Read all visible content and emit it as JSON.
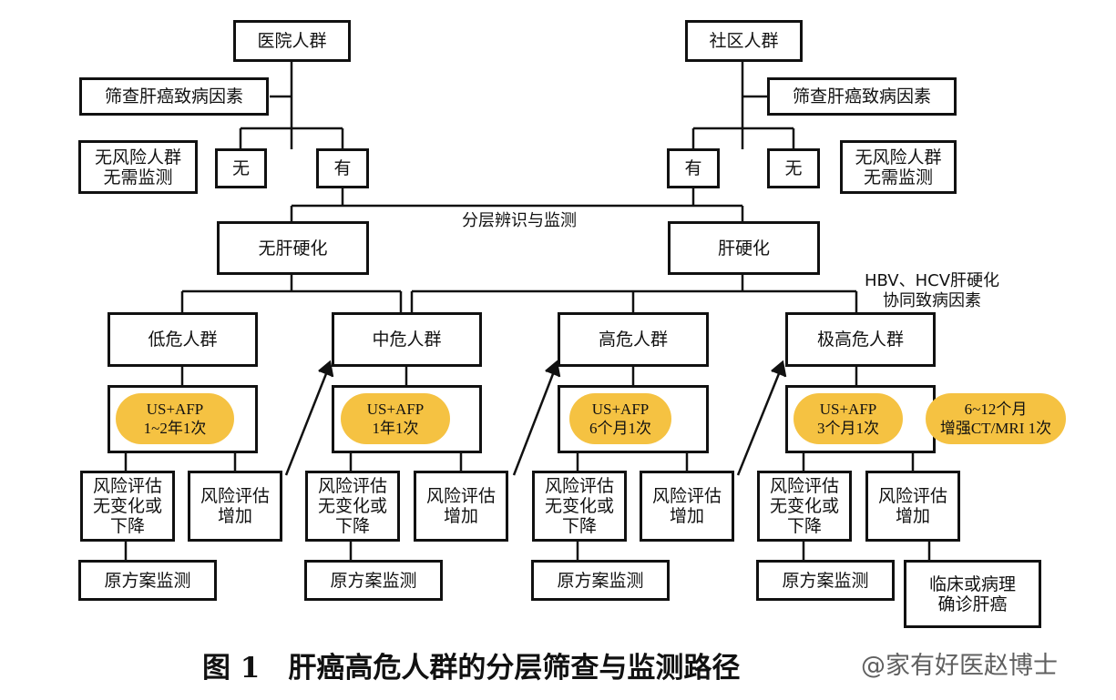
{
  "diagram": {
    "hospital": "医院人群",
    "community": "社区人群",
    "screen_factors": "筛查肝癌致病因素",
    "no_risk": "无风险人群\n无需监测",
    "no": "无",
    "yes": "有",
    "stratify": "分层辨识与监测",
    "no_cirrhosis": "无肝硬化",
    "cirrhosis": "肝硬化",
    "cofactors": "HBV、HCV肝硬化\n协同致病因素",
    "groups": {
      "low": "低危人群",
      "mid": "中危人群",
      "high": "高危人群",
      "very_high": "极高危人群"
    },
    "intervals": {
      "low": "US+AFP\n1~2年1次",
      "mid": "US+AFP\n1年1次",
      "high": "US+AFP\n6个月1次",
      "very_high": "US+AFP\n3个月1次",
      "ct_mri": "6~12个月\n增强CT/MRI 1次"
    },
    "risk_stable": "风险评估\n无变化或\n下降",
    "risk_up": "风险评估\n增加",
    "keep_plan": "原方案监测",
    "confirm": "临床或病理\n确诊肝癌"
  },
  "caption": {
    "text": "图 1　肝癌高危人群的分层筛查与监测路径",
    "watermark": "@家有好医赵博士"
  }
}
